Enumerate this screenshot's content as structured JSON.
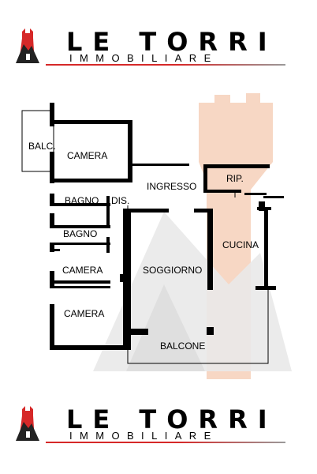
{
  "brand": {
    "name": "LE TORRI",
    "subtitle": "IMMOBILIARE",
    "logo_icon": "castle-tower-icon",
    "colors": {
      "accent": "#d62828",
      "text": "#000000",
      "watermark": "#f7d7c4"
    }
  },
  "rooms": {
    "balc": "BALC.",
    "camera_top": "CAMERA",
    "ingresso": "INGRESSO",
    "rip": "RIP.",
    "bagno_1": "BAGNO",
    "dis": "DIS.",
    "bagno_2": "BAGNO",
    "cucina": "CUCINA",
    "camera_mid": "CAMERA",
    "soggiorno": "SOGGIORNO",
    "camera_bottom": "CAMERA",
    "balcone": "BALCONE"
  }
}
